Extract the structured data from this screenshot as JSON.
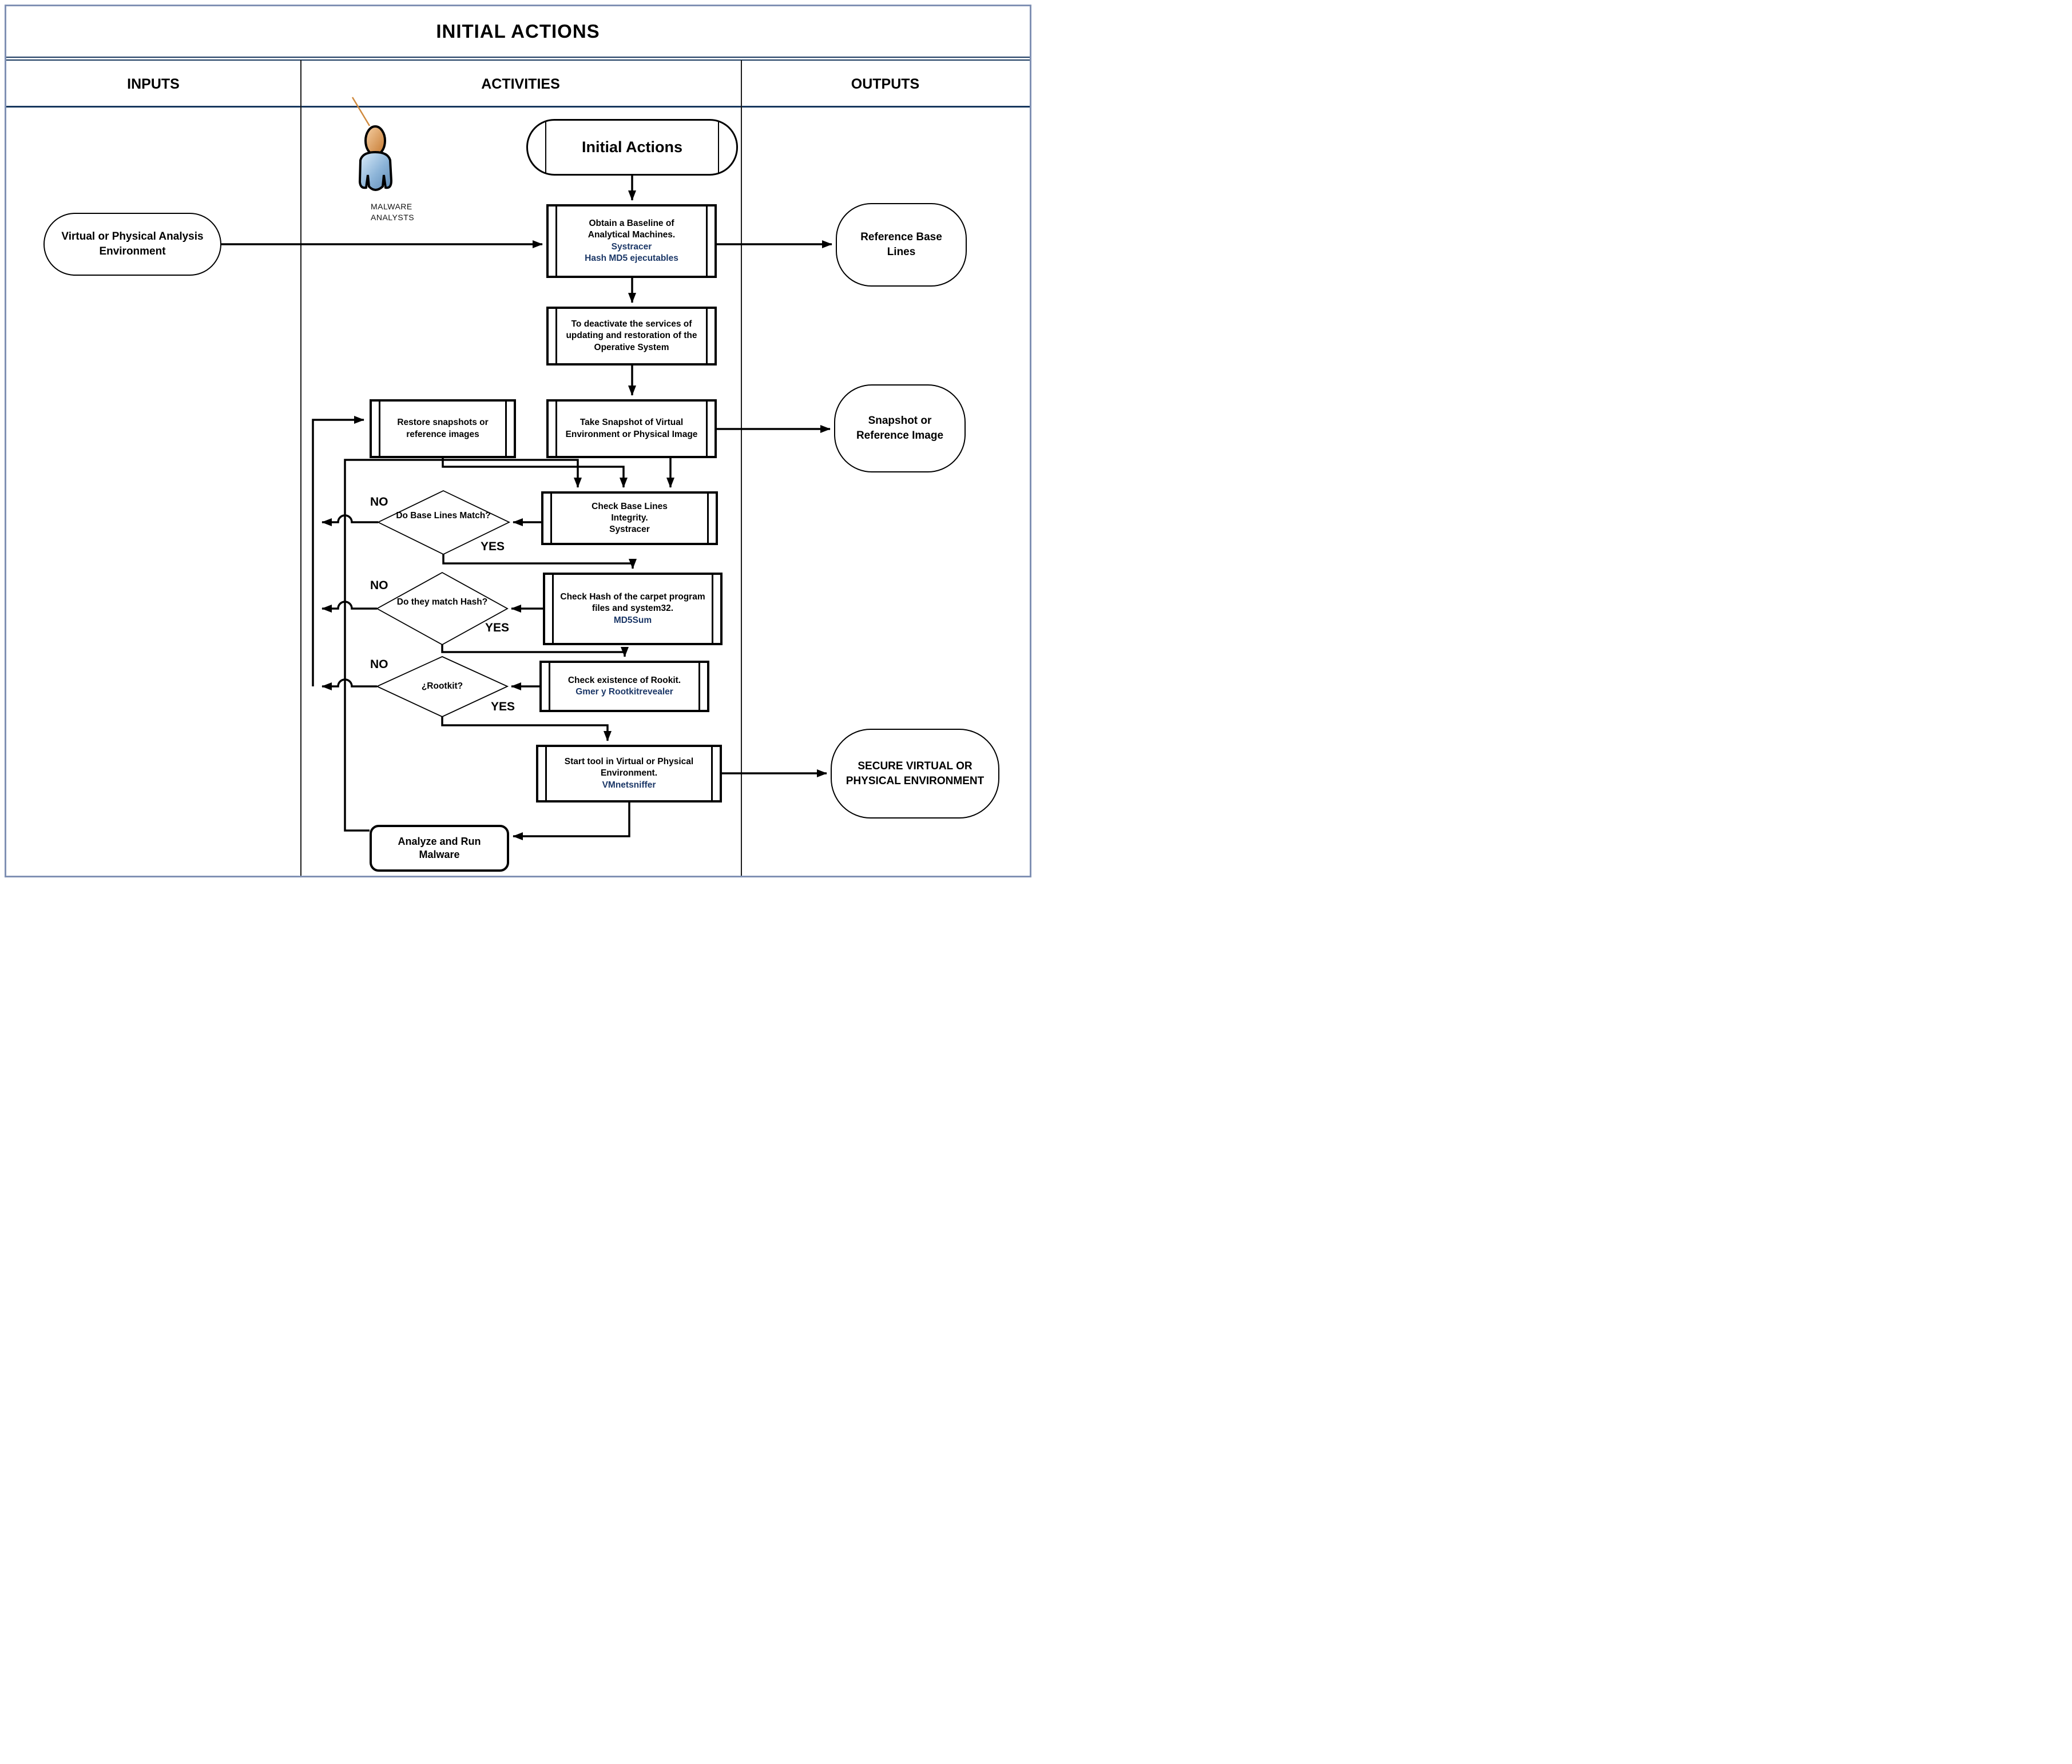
{
  "title": "INITIAL ACTIONS",
  "columns": {
    "inputs": "INPUTS",
    "activities": "ACTIVITIES",
    "outputs": "OUTPUTS"
  },
  "actor": {
    "line1": "MALWARE",
    "line2": "ANALYSTS"
  },
  "nodes": {
    "start": {
      "label": "Initial Actions"
    },
    "input_env": {
      "label": "Virtual or Physical Analysis Environment"
    },
    "obtain": {
      "line1": "Obtain a Baseline of",
      "line2": "Analytical Machines.",
      "tool1": "Systracer",
      "tool2": "Hash MD5 ejecutables"
    },
    "ref_baselines": {
      "label": "Reference Base Lines"
    },
    "deactivate": {
      "text": "To deactivate the services of updating and restoration of the Operative System"
    },
    "restore": {
      "text": "Restore snapshots or reference images"
    },
    "take_snapshot": {
      "text": "Take Snapshot of Virtual Environment or Physical Image"
    },
    "snapshot_image": {
      "label": "Snapshot or Reference Image"
    },
    "check_baselines": {
      "line1": "Check Base Lines",
      "line2": "Integrity.",
      "line3": "Systracer"
    },
    "decision_baselines": {
      "label": "Do Base Lines Match?"
    },
    "check_hash": {
      "text": "Check Hash of the carpet program files and system32.",
      "tool": "MD5Sum"
    },
    "decision_hash": {
      "label": "Do they match Hash?"
    },
    "check_rootkit": {
      "text": "Check existence of Rookit.",
      "tool": "Gmer y Rootkitrevealer"
    },
    "decision_rootkit": {
      "label": "¿Rootkit?"
    },
    "start_tool": {
      "text": "Start tool in Virtual or Physical Environment.",
      "tool": "VMnetsniffer"
    },
    "secure_env": {
      "label": "SECURE VIRTUAL OR PHYSICAL ENVIRONMENT"
    },
    "analyze": {
      "label": "Analyze and Run Malware"
    }
  },
  "edge_labels": {
    "no1": "NO",
    "no2": "NO",
    "no3": "NO",
    "yes1": "YES",
    "yes2": "YES",
    "yes3": "YES"
  },
  "colors": {
    "tool_text": "#1b3767",
    "separator": "#17375e",
    "frame": "#8091b4"
  }
}
